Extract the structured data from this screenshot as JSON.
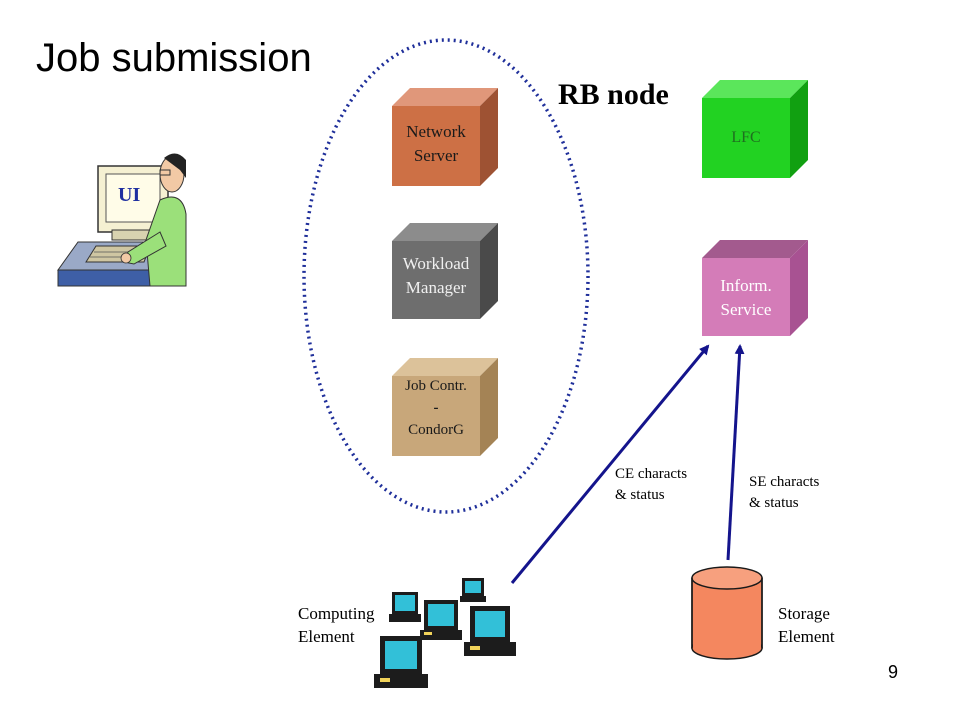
{
  "slide": {
    "title": "Job submission",
    "rb_node_label": "RB node",
    "page_number": "9"
  },
  "ui": {
    "label": "UI"
  },
  "rb_components": {
    "network_server": [
      "Network",
      "Server"
    ],
    "workload_manager": [
      "Workload",
      "Manager"
    ],
    "job_controller": [
      "Job Contr.",
      "-",
      "CondorG"
    ]
  },
  "services": {
    "lfc": "LFC",
    "info_service": [
      "Inform.",
      "Service"
    ]
  },
  "flows": {
    "ce_status": [
      "CE characts",
      "& status"
    ],
    "se_status": [
      "SE characts",
      "& status"
    ]
  },
  "elements": {
    "computing": [
      "Computing",
      "Element"
    ],
    "storage": [
      "Storage",
      "Element"
    ]
  },
  "colors": {
    "network_server": "#cd7045",
    "workload_manager": "#6e6e6e",
    "job_controller": "#c8a77a",
    "lfc": "#22d222",
    "info_service": "#d47cb8",
    "storage_cylinder": "#f4875f",
    "ellipse": "#1f2f9a",
    "arrows": "#14148c"
  }
}
